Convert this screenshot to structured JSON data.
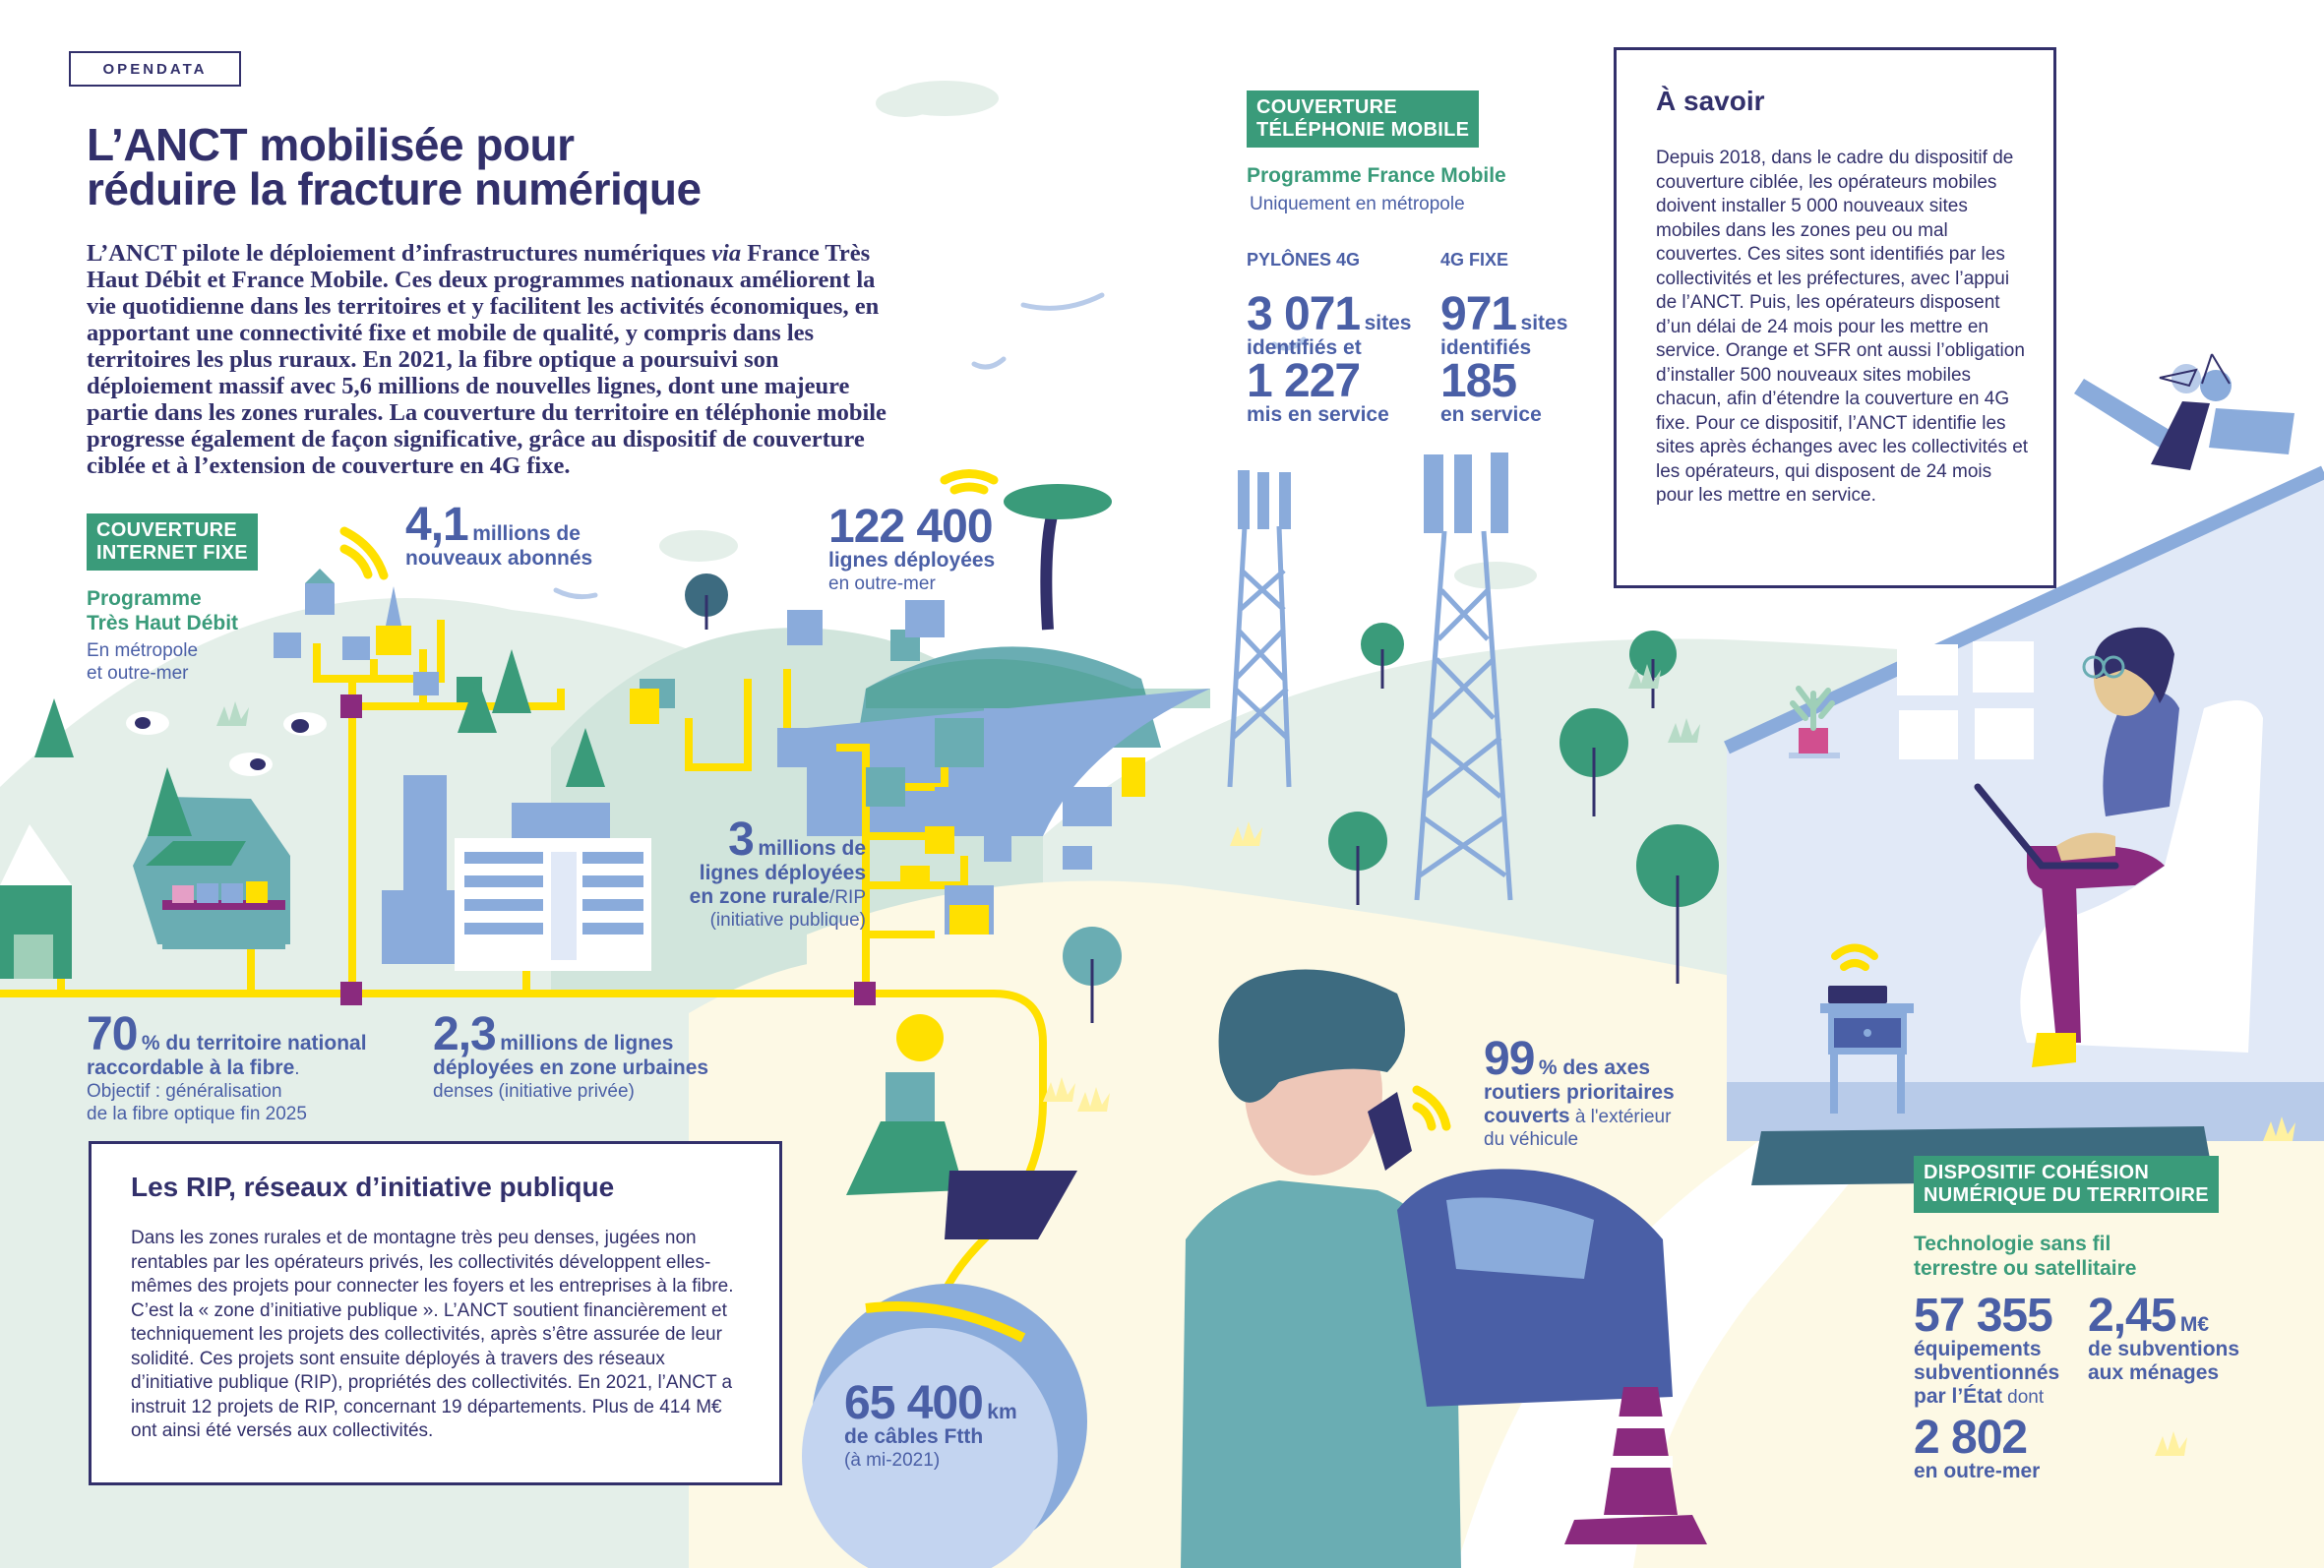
{
  "header": {
    "badge": "OPENDATA",
    "title_line1": "L’ANCT mobilisée pour",
    "title_line2": "réduire la fracture numérique"
  },
  "intro": {
    "part1": "L’ANCT pilote le déploiement d’infrastructures numériques ",
    "via": "via",
    "part2": " France Très Haut Débit et France Mobile. Ces deux programmes nationaux améliorent la vie quotidienne dans les territoires et y facilitent les activités économiques, en apportant une connectivité fixe et mobile de qualité, y compris dans les territoires les plus ruraux. En 2021, la fibre optique a poursuivi son déploiement massif avec 5,6 millions de nouvelles lignes, dont une majeure partie dans les zones rurales. La couverture du territoire en téléphonie mobile progresse également de façon significative, grâce au dispositif de couverture ciblée et à l’extension de couverture en 4G fixe."
  },
  "fixed": {
    "tag_line1": "COUVERTURE",
    "tag_line2": "INTERNET FIXE",
    "program_line1": "Programme",
    "program_line2": "Très Haut Débit",
    "scope_line1": "En métropole",
    "scope_line2": "et outre-mer",
    "subscribers": {
      "value": "4,1",
      "unit": "millions de",
      "label": "nouveaux abonnés"
    },
    "overseas": {
      "value": "122 400",
      "label": "lignes déployées",
      "sub": "en outre-mer"
    },
    "rural": {
      "value": "3",
      "unit": "millions de",
      "label1": "lignes déployées",
      "label2": "en zone rurale",
      "label2_suffix": "/RIP",
      "sub": "(initiative publique)"
    },
    "territory": {
      "value": "70",
      "unit": "% du territoire national",
      "label": "raccordable à la fibre",
      "label_suffix": ".",
      "sub1": "Objectif : généralisation",
      "sub2": "de la fibre optique fin 2025"
    },
    "urban": {
      "value": "2,3",
      "unit": "millions de lignes",
      "label": "déployées en zone urbaines",
      "sub": "denses (initiative privée)"
    },
    "cables": {
      "value": "65 400",
      "unit": "km",
      "label": "de câbles Ftth",
      "sub": "(à mi-2021)"
    }
  },
  "rip_box": {
    "title": "Les RIP, réseaux d’initiative publique",
    "body": "Dans les zones rurales et de montagne très peu denses, jugées non rentables par les opérateurs privés, les collectivités développent elles-mêmes des projets pour connecter les foyers et les entreprises à la fibre. C’est la « zone d’initiative publique ». L’ANCT soutient financièrement et techniquement les projets des collectivités, après s’être assurée de leur solidité. Ces projets sont ensuite déployés à travers des réseaux d’initiative publique (RIP), propriétés des collectivités. En 2021, l’ANCT a instruit 12 projets de RIP, concernant 19 départements. Plus de 414 M€ ont ainsi été versés aux collectivités."
  },
  "mobile": {
    "tag_line1": "COUVERTURE",
    "tag_line2": "TÉLÉPHONIE MOBILE",
    "program": "Programme France Mobile",
    "scope": "Uniquement en métropole",
    "pylons": {
      "heading": "PYLÔNES 4G",
      "value1": "3 071",
      "unit1": "sites",
      "label1": "identifiés et",
      "value2": "1 227",
      "label2": "mis en service"
    },
    "fixed4g": {
      "heading": "4G FIXE",
      "value1": "971",
      "unit1": "sites",
      "label1": "identifiés",
      "value2": "185",
      "label2": "en service"
    },
    "roads": {
      "value": "99",
      "unit": "% des axes",
      "label1": "routiers prioritaires",
      "label2": "couverts",
      "label2_suffix": " à l'extérieur",
      "sub": "du véhicule"
    }
  },
  "asavoir": {
    "title": "À savoir",
    "body": "Depuis 2018, dans le cadre du dispositif de couverture ciblée, les opérateurs mobiles doivent installer 5 000 nouveaux sites mobiles dans les zones peu ou mal couvertes. Ces sites sont identifiés par les collectivités et les préfectures, avec l’appui de l’ANCT. Puis, les opérateurs disposent d’un délai de 24 mois pour les mettre en service. Orange et SFR ont aussi l’obligation d’installer 500 nouveaux sites mobiles chacun, afin d’étendre la couverture en 4G fixe. Pour ce dispositif, l’ANCT identifie les sites après échanges avec les collectivités et les opérateurs, qui disposent de 24 mois pour les mettre en service."
  },
  "cohesion": {
    "tag_line1": "DISPOSITIF COHÉSION",
    "tag_line2": "NUMÉRIQUE DU TERRITOIRE",
    "tech_line1": "Technologie sans fil",
    "tech_line2": "terrestre ou satellitaire",
    "equip": {
      "value": "57 355",
      "label1": "équipements",
      "label2": "subventionnés",
      "label3": "par l’État",
      "label3_suffix": " dont"
    },
    "subsidy": {
      "value": "2,45",
      "unit": "M€",
      "label1": "de subventions",
      "label2": "aux ménages"
    },
    "overseas": {
      "value": "2 802",
      "label": "en outre-mer"
    }
  },
  "colors": {
    "navy": "#32306b",
    "blue": "#4a5fa6",
    "green": "#3a9b7a",
    "yellow": "#ffe000",
    "purple": "#8a2a7e",
    "light_blue": "#8aabdb",
    "pale_green": "#e4efe9",
    "cream": "#fdf9e5"
  }
}
